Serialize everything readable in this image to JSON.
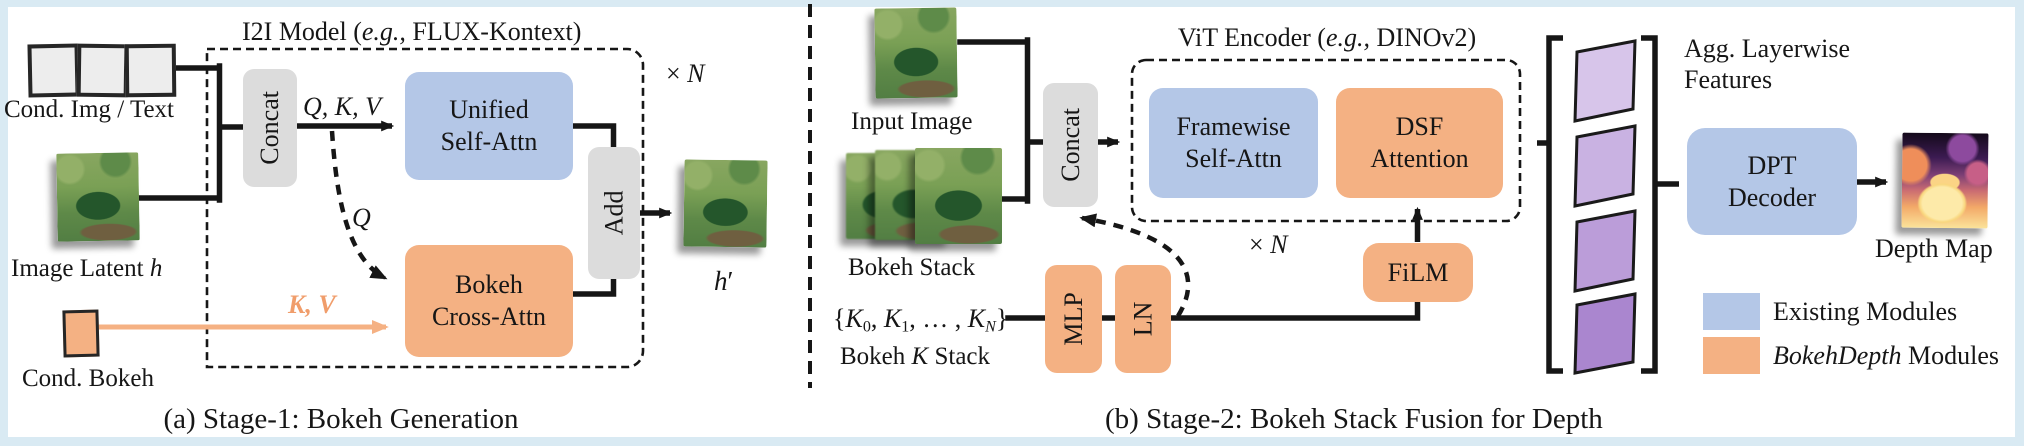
{
  "colors": {
    "frame_background": "#d9eaf3",
    "panel_background": "#ffffff",
    "existing_module_blue": "#b4c7e7",
    "bokehdepth_module_orange": "#f4b183",
    "utility_gray": "#dcdcdc",
    "line_black": "#161616",
    "orange_arrow": "#f5b183",
    "feature_purples": [
      "#d7c5ea",
      "#c9b2e2",
      "#bb9dd9",
      "#aa86cf"
    ]
  },
  "left_panel": {
    "title": {
      "pre": "I2I Model (",
      "italic": "e.g.,",
      "post": " FLUX-Kontext)"
    },
    "cond_img_text_label": "Cond. Img / Text",
    "image_latent_label": {
      "pre": "Image Latent ",
      "math": "h"
    },
    "cond_bokeh_label": "Cond. Bokeh",
    "concat_label": "Concat",
    "qkv_label": "Q, K, V",
    "q_label": "Q",
    "kv_label": "K, V",
    "unified_attn": {
      "line1": "Unified",
      "line2": "Self-Attn"
    },
    "bokeh_cross_attn": {
      "line1": "Bokeh",
      "line2": "Cross-Attn"
    },
    "add_label": "Add",
    "times_n": {
      "times": "× ",
      "n": "N"
    },
    "h_prime": {
      "h": "h",
      "prime": "′"
    },
    "caption": "(a) Stage-1: Bokeh Generation"
  },
  "right_panel": {
    "title": {
      "pre": "ViT Encoder (",
      "italic": "e.g.,",
      "post": " DINOv2)"
    },
    "input_image_label": "Input Image",
    "bokeh_stack_label": "Bokeh Stack",
    "k_set": {
      "open": "{",
      "k0": "K",
      "s0": "0",
      "sep0": ", ",
      "k1": "K",
      "s1": "1",
      "sep1": ", … , ",
      "kn": "K",
      "sn": "N",
      "close": "}"
    },
    "bokeh_k_stack_label": {
      "pre": "Bokeh ",
      "math": "K",
      "post": " Stack"
    },
    "concat_label": "Concat",
    "framewise_attn": {
      "line1": "Framewise",
      "line2": "Self-Attn"
    },
    "dsf_attention": {
      "line1": "DSF",
      "line2": "Attention"
    },
    "mlp_label": "MLP",
    "ln_label": "LN",
    "film_label": "FiLM",
    "times_n": {
      "times": "× ",
      "n": "N"
    },
    "agg_features": {
      "line1": "Agg. Layerwise",
      "line2": "Features"
    },
    "dpt_decoder": {
      "line1": "DPT",
      "line2": "Decoder"
    },
    "depth_map_label": "Depth Map",
    "legend": {
      "existing": "Existing Modules",
      "bokehdepth_italic": "BokehDepth",
      "bokehdepth_rest": " Modules"
    },
    "caption": "(b) Stage-2: Bokeh Stack Fusion for Depth"
  }
}
